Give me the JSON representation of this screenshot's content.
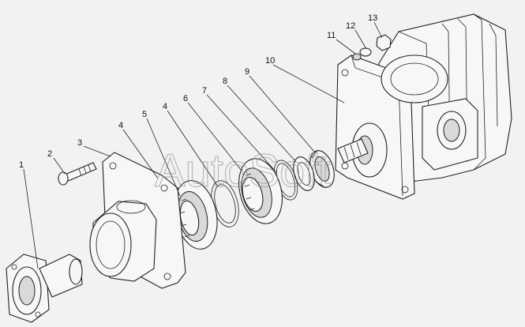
{
  "diagram": {
    "watermark": "AutoSoft",
    "callouts": [
      {
        "id": "callout-1",
        "text": "1"
      },
      {
        "id": "callout-2",
        "text": "2"
      },
      {
        "id": "callout-3",
        "text": "3"
      },
      {
        "id": "callout-4a",
        "text": "4"
      },
      {
        "id": "callout-4b",
        "text": "4"
      },
      {
        "id": "callout-5",
        "text": "5"
      },
      {
        "id": "callout-6",
        "text": "6"
      },
      {
        "id": "callout-7",
        "text": "7"
      },
      {
        "id": "callout-8",
        "text": "8"
      },
      {
        "id": "callout-9",
        "text": "9"
      },
      {
        "id": "callout-10",
        "text": "10"
      },
      {
        "id": "callout-11",
        "text": "11"
      },
      {
        "id": "callout-12",
        "text": "12"
      },
      {
        "id": "callout-13",
        "text": "13"
      }
    ]
  }
}
